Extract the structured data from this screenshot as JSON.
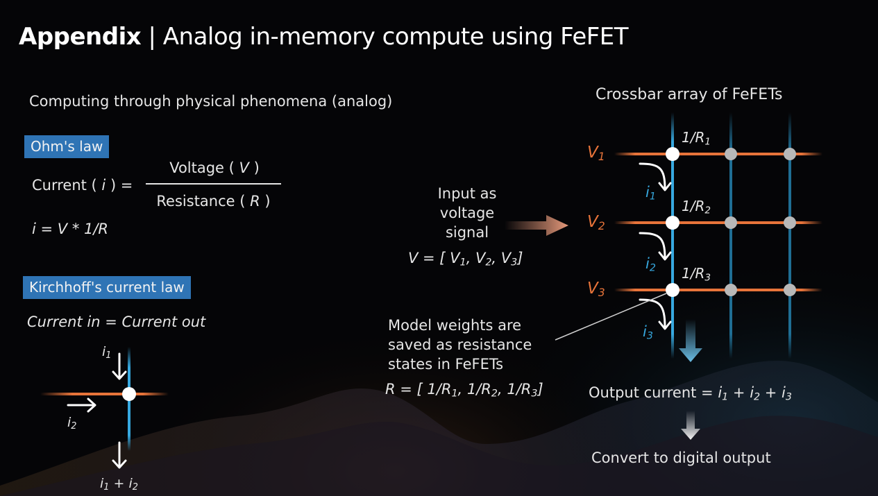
{
  "title": {
    "bold": "Appendix",
    "sep": " | ",
    "rest": "Analog in-memory compute using FeFET"
  },
  "left": {
    "intro": "Computing through physical phenomena (analog)",
    "ohms_law": {
      "badge": "Ohm's law",
      "current_label": "Current ( i ) =",
      "numerator": "Voltage ( V )",
      "denominator": "Resistance ( R )",
      "equation": "i = V * 1/R"
    },
    "kirchhoff": {
      "badge": "Kirchhoff's current law",
      "statement": "Current in = Current out",
      "in1": "i1",
      "in2": "i2",
      "out": "i1 + i2"
    }
  },
  "middle": {
    "input_caption": "Input as voltage signal",
    "input_vector": "V = [ V1, V2, V3]",
    "weights_caption": "Model weights are saved as resistance states in FeFETs",
    "weights_vector": "R = [ 1/R1, 1/R2, 1/R3]"
  },
  "right": {
    "heading": "Crossbar array of FeFETs",
    "voltages": [
      "V1",
      "V2",
      "V3"
    ],
    "conductances": [
      "1/R1",
      "1/R2",
      "1/R3"
    ],
    "currents": [
      "i1",
      "i2",
      "i3"
    ],
    "output_current": "Output current = i1 + i2 + i3",
    "convert": "Convert to digital output"
  },
  "colors": {
    "badge": "#2f74b5",
    "voltage_line": "#e8743a",
    "current_line": "#37a9e0"
  }
}
